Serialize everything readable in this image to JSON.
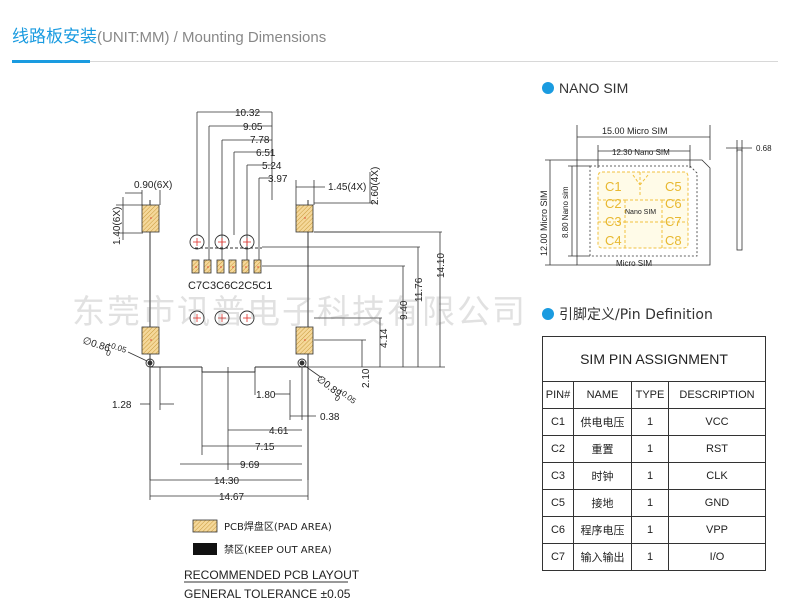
{
  "header": {
    "title_cn": "线路板安装",
    "title_en": "(UNIT:MM) / Mounting Dimensions"
  },
  "colors": {
    "accent": "#1a9be0",
    "pad_fill": "#f5d89a",
    "pad_hatch": "#c89a3c",
    "pin_circle": "#e0302a"
  },
  "pcb": {
    "top_dims": [
      "10.32",
      "9.05",
      "7.78",
      "6.51",
      "5.24",
      "3.97"
    ],
    "label_090": "0.90(6X)",
    "label_145": "1.45(4X)",
    "label_260": "2.60(4X)",
    "label_140": "1.40(6X)",
    "pin_labels": "C7C3C6C2C5C1",
    "right_dims": [
      "14.10",
      "11.76",
      "9.40",
      "4.14",
      "2.10"
    ],
    "hole_left": "0.86",
    "hole_left_tol": "+0.05",
    "hole_left_tol2": "0",
    "hole_right": "0.89",
    "hole_right_tol": "+0.05",
    "hole_right_tol2": "0",
    "bottom_dims": {
      "d128": "1.28",
      "d180": "1.80",
      "d038": "0.38",
      "d461": "4.61",
      "d715": "7.15",
      "d969": "9.69",
      "d1430": "14.30",
      "d1467": "14.67"
    },
    "legend": {
      "pad": "PCB焊盘区(PAD AREA)",
      "keepout": "禁区(KEEP OUT AREA)"
    },
    "footer": {
      "line1": "RECOMMENDED PCB LAYOUT",
      "line2": "GENERAL TOLERANCE ±0.05"
    }
  },
  "nano_sim": {
    "title": "NANO SIM",
    "micro_width": "15.00 Micro SIM",
    "nano_width": "12.30 Nano SIM",
    "micro_height": "12.00 Micro SIM",
    "nano_height": "8.80 Nano sim",
    "thickness": "0.68",
    "card_label": "Nano SIM",
    "bottom_label": "Micro SIM",
    "contacts": [
      "C1",
      "C2",
      "C3",
      "C4",
      "C5",
      "C6",
      "C7",
      "C8"
    ]
  },
  "watermark": "东莞市讯普电子科技有限公司",
  "pin_definition": {
    "title": "引脚定义/Pin Definition",
    "caption": "SIM PIN ASSIGNMENT",
    "headers": [
      "PIN#",
      "NAME",
      "TYPE",
      "DESCRIPTION"
    ],
    "rows": [
      {
        "pin": "C1",
        "name": "供电电压",
        "type": "1",
        "desc": "VCC"
      },
      {
        "pin": "C2",
        "name": "重置",
        "type": "1",
        "desc": "RST"
      },
      {
        "pin": "C3",
        "name": "时钟",
        "type": "1",
        "desc": "CLK"
      },
      {
        "pin": "C5",
        "name": "接地",
        "type": "1",
        "desc": "GND"
      },
      {
        "pin": "C6",
        "name": "程序电压",
        "type": "1",
        "desc": "VPP"
      },
      {
        "pin": "C7",
        "name": "输入输出",
        "type": "1",
        "desc": "I/O"
      }
    ]
  }
}
